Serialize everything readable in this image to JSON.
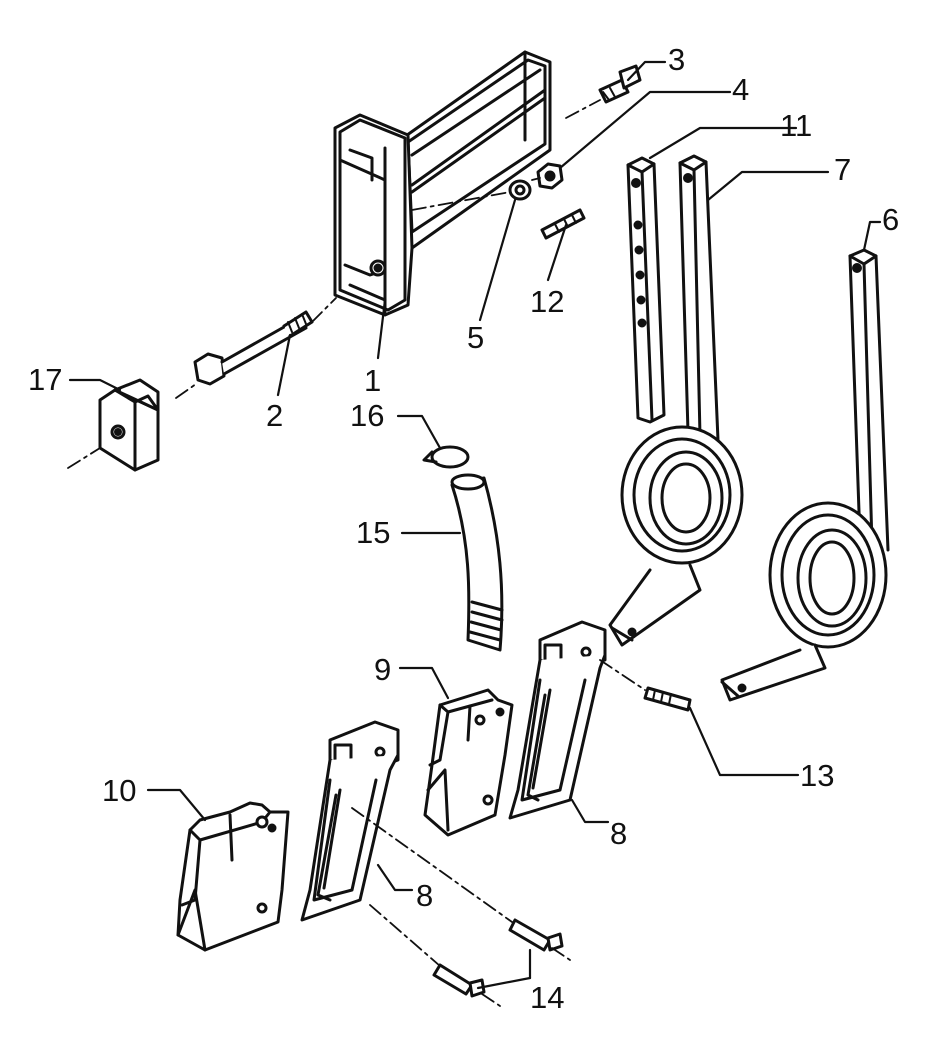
{
  "diagram": {
    "callouts": {
      "p1": "1",
      "p2": "2",
      "p3": "3",
      "p4": "4",
      "p5": "5",
      "p6": "6",
      "p7": "7",
      "p8a": "8",
      "p8b": "8",
      "p9": "9",
      "p10": "10",
      "p11": "11",
      "p12": "12",
      "p13": "13",
      "p14": "14",
      "p15": "15",
      "p16": "16",
      "p17": "17"
    },
    "colors": {
      "line": "#111111",
      "fill": "#ffffff",
      "hatch": "#333333"
    }
  }
}
